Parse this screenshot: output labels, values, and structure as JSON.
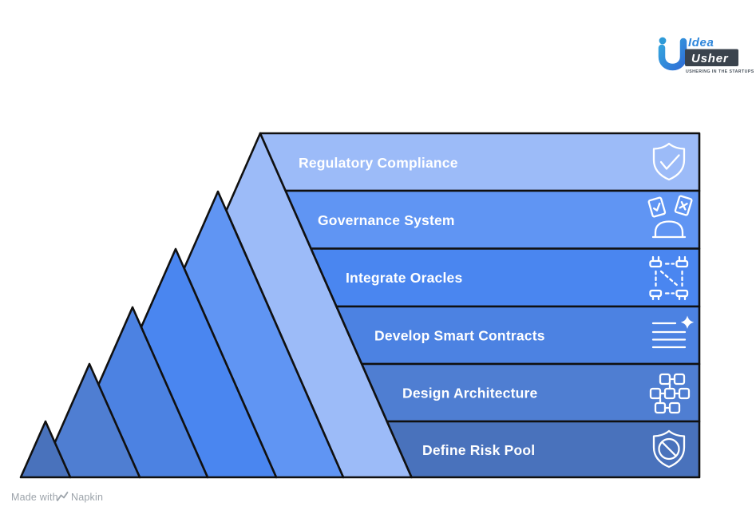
{
  "logo": {
    "brand_top": "Idea",
    "brand_bottom": "Usher",
    "tagline": "USHERING IN THE STARTUPS",
    "brand_blue": "#2E86DB",
    "box_color": "#3A434D"
  },
  "footer": {
    "made_with": "Made with",
    "brand": "Napkin",
    "text_color": "#9CA3AA"
  },
  "diagram": {
    "type": "stepped-pyramid",
    "direction": "top-to-bottom",
    "outline_color": "#101010",
    "text_color": "#FFFFFF",
    "layers": [
      {
        "label": "Regulatory Compliance",
        "icon": "shield-check",
        "color": "#9CBBF8"
      },
      {
        "label": "Governance System",
        "icon": "ballot-box-vote",
        "color": "#6095F3"
      },
      {
        "label": "Integrate Oracles",
        "icon": "plugs-connection",
        "color": "#4A86F0"
      },
      {
        "label": "Develop Smart Contracts",
        "icon": "document-sparkle",
        "color": "#4C82E2"
      },
      {
        "label": "Design Architecture",
        "icon": "flowchart-blocks",
        "color": "#4F7ED2"
      },
      {
        "label": "Define Risk Pool",
        "icon": "shield-slash",
        "color": "#4972BC"
      }
    ]
  }
}
